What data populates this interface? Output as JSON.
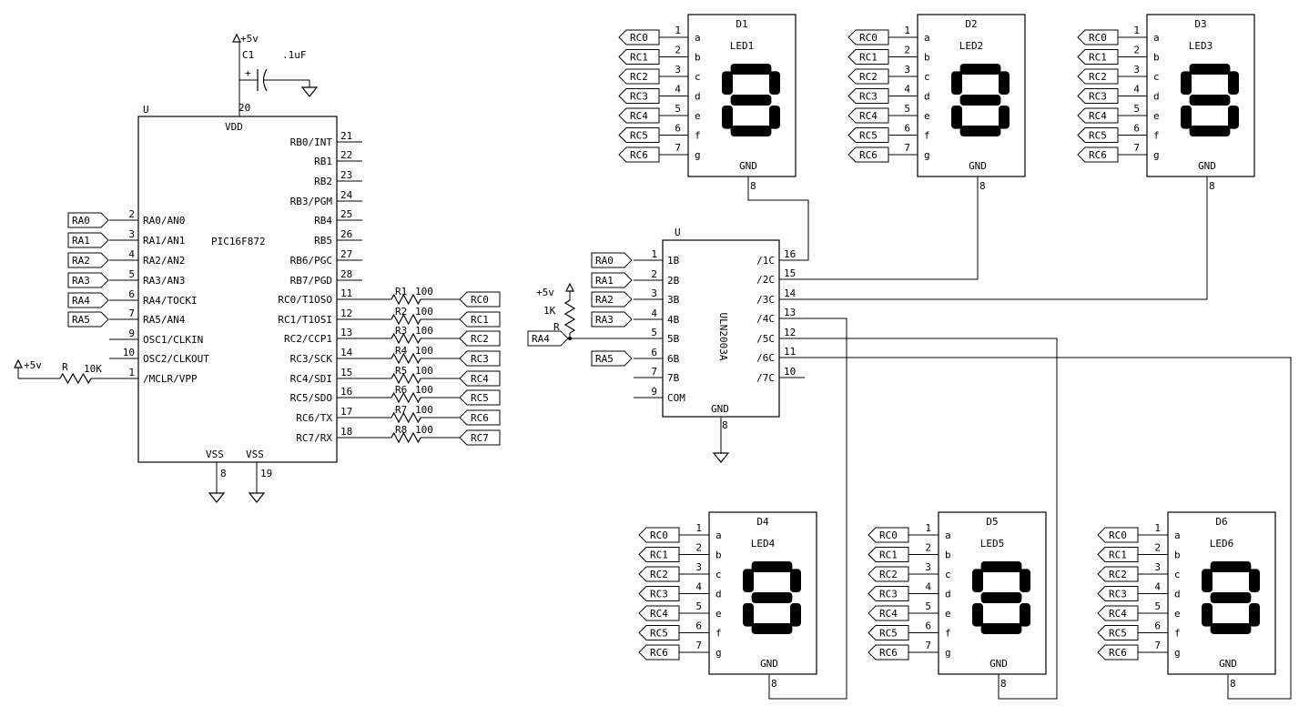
{
  "colors": {
    "line": "#000000",
    "background": "#ffffff"
  },
  "net_labels": [
    "RC0",
    "RC1",
    "RC2",
    "RC3",
    "RC4",
    "RC5",
    "RC6",
    "RA0",
    "RA1",
    "RA2",
    "RA3",
    "RA4",
    "RA5",
    "RC7"
  ],
  "power": {
    "vcc": "+5v",
    "cap_ref": "C1",
    "cap_value": ".1uF",
    "cap_plus": "+",
    "mclr_res_ref": "R",
    "mclr_res_value": "10K",
    "base_res_ref": "R",
    "base_res_value": "1K"
  },
  "mcu": {
    "part_ref": "U",
    "part_name": "PIC16F872",
    "vdd_label": "VDD",
    "vdd_pin": "20",
    "vss_label": "VSS",
    "vss_pins": [
      "8",
      "19"
    ],
    "left_pins": [
      {
        "num": "2",
        "label": "RA0/AN0",
        "net": "RA0"
      },
      {
        "num": "3",
        "label": "RA1/AN1",
        "net": "RA1"
      },
      {
        "num": "4",
        "label": "RA2/AN2",
        "net": "RA2"
      },
      {
        "num": "5",
        "label": "RA3/AN3",
        "net": "RA3"
      },
      {
        "num": "6",
        "label": "RA4/TOCKI",
        "net": "RA4"
      },
      {
        "num": "7",
        "label": "RA5/AN4",
        "net": "RA5"
      },
      {
        "num": "9",
        "label": "OSC1/CLKIN",
        "net": ""
      },
      {
        "num": "10",
        "label": "OSC2/CLKOUT",
        "net": ""
      },
      {
        "num": "1",
        "label": "/MCLR/VPP",
        "net": ""
      }
    ],
    "right_pins": [
      {
        "num": "21",
        "label": "RB0/INT"
      },
      {
        "num": "22",
        "label": "RB1"
      },
      {
        "num": "23",
        "label": "RB2"
      },
      {
        "num": "24",
        "label": "RB3/PGM"
      },
      {
        "num": "25",
        "label": "RB4"
      },
      {
        "num": "26",
        "label": "RB5"
      },
      {
        "num": "27",
        "label": "RB6/PGC"
      },
      {
        "num": "28",
        "label": "RB7/PGD"
      },
      {
        "num": "11",
        "label": "RC0/T1OSO"
      },
      {
        "num": "12",
        "label": "RC1/T1OSI"
      },
      {
        "num": "13",
        "label": "RC2/CCP1"
      },
      {
        "num": "14",
        "label": "RC3/SCK"
      },
      {
        "num": "15",
        "label": "RC4/SDI"
      },
      {
        "num": "16",
        "label": "RC5/SDO"
      },
      {
        "num": "17",
        "label": "RC6/TX"
      },
      {
        "num": "18",
        "label": "RC7/RX"
      }
    ]
  },
  "series_resistors": [
    {
      "ref": "R1",
      "value": "100",
      "net": "RC0"
    },
    {
      "ref": "R2",
      "value": "100",
      "net": "RC1"
    },
    {
      "ref": "R3",
      "value": "100",
      "net": "RC2"
    },
    {
      "ref": "R4",
      "value": "100",
      "net": "RC3"
    },
    {
      "ref": "R5",
      "value": "100",
      "net": "RC4"
    },
    {
      "ref": "R6",
      "value": "100",
      "net": "RC5"
    },
    {
      "ref": "R7",
      "value": "100",
      "net": "RC6"
    },
    {
      "ref": "R8",
      "value": "100",
      "net": "RC7"
    }
  ],
  "driver": {
    "part_ref": "U",
    "part_name": "ULN2003A",
    "gnd_label": "GND",
    "gnd_pin": "8",
    "inputs": [
      {
        "num": "1",
        "label": "1B",
        "net": "RA0"
      },
      {
        "num": "2",
        "label": "2B",
        "net": "RA1"
      },
      {
        "num": "3",
        "label": "3B",
        "net": "RA2"
      },
      {
        "num": "4",
        "label": "4B",
        "net": "RA3"
      },
      {
        "num": "5",
        "label": "5B",
        "net": "RA4"
      },
      {
        "num": "6",
        "label": "6B",
        "net": "RA5"
      },
      {
        "num": "7",
        "label": "7B",
        "net": ""
      },
      {
        "num": "9",
        "label": "COM",
        "net": ""
      }
    ],
    "outputs": [
      {
        "num": "16",
        "label": "/1C"
      },
      {
        "num": "15",
        "label": "/2C"
      },
      {
        "num": "14",
        "label": "/3C"
      },
      {
        "num": "13",
        "label": "/4C"
      },
      {
        "num": "12",
        "label": "/5C"
      },
      {
        "num": "11",
        "label": "/6C"
      },
      {
        "num": "10",
        "label": "/7C"
      }
    ]
  },
  "displays": [
    {
      "ref": "D1",
      "name": "LED1",
      "gnd_label": "GND",
      "gnd_pin": "8"
    },
    {
      "ref": "D2",
      "name": "LED2",
      "gnd_label": "GND",
      "gnd_pin": "8"
    },
    {
      "ref": "D3",
      "name": "LED3",
      "gnd_label": "GND",
      "gnd_pin": "8"
    },
    {
      "ref": "D4",
      "name": "LED4",
      "gnd_label": "GND",
      "gnd_pin": "8"
    },
    {
      "ref": "D5",
      "name": "LED5",
      "gnd_label": "GND",
      "gnd_pin": "8"
    },
    {
      "ref": "D6",
      "name": "LED6",
      "gnd_label": "GND",
      "gnd_pin": "8"
    }
  ],
  "display_pins": [
    {
      "num": "1",
      "seg": "a",
      "net": "RC0"
    },
    {
      "num": "2",
      "seg": "b",
      "net": "RC1"
    },
    {
      "num": "3",
      "seg": "c",
      "net": "RC2"
    },
    {
      "num": "4",
      "seg": "d",
      "net": "RC3"
    },
    {
      "num": "5",
      "seg": "e",
      "net": "RC4"
    },
    {
      "num": "6",
      "seg": "f",
      "net": "RC5"
    },
    {
      "num": "7",
      "seg": "g",
      "net": "RC6"
    }
  ]
}
